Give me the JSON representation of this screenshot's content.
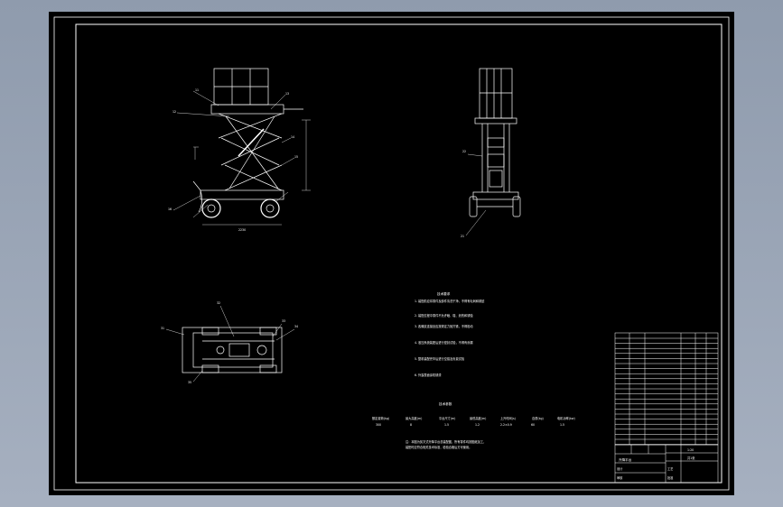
{
  "window": {
    "background_gradient": [
      "#8f9bad",
      "#a6b0c0"
    ],
    "canvas_color": "#000000",
    "line_color": "#ffffff"
  },
  "drawing": {
    "tech_requirements_title": "技术要求",
    "tech_requirements": [
      "1. 装配前应将零件及部件清洗干净，不得有毛刺和锈迹",
      "2. 装配过程中零件不允许磕、碰、划伤和锈蚀",
      "3. 各螺纹连接处应按规定力矩拧紧，不得松动",
      "4. 液压系统装配后进行密封试验，不得有渗漏",
      "5. 整机装配完毕后进行空载及负载试验",
      "6. 外露表面涂防锈漆"
    ],
    "tech_params_title": "技术参数",
    "tech_params_headers": [
      "额定载荷(kg)",
      "最大高度(m)",
      "平台尺寸(m)",
      "最低高度(m)",
      "上升时间(s)",
      "自重(kg)",
      "电机功率(kw)"
    ],
    "tech_params_values": [
      "300",
      "8",
      "1.5",
      "1.2",
      "2.2×0.9",
      "60",
      "1.5"
    ],
    "notes": [
      "注：本图为剪叉式升降平台总装配图，所有零件均按图纸加工，",
      "装配时应符合相关技术标准，检验合格后方可使用。"
    ],
    "title_block": {
      "drawing_name": "升降平台",
      "scale": "1:20",
      "sheet": "共1张",
      "labels": [
        "设计",
        "审核",
        "工艺",
        "批准"
      ]
    }
  }
}
